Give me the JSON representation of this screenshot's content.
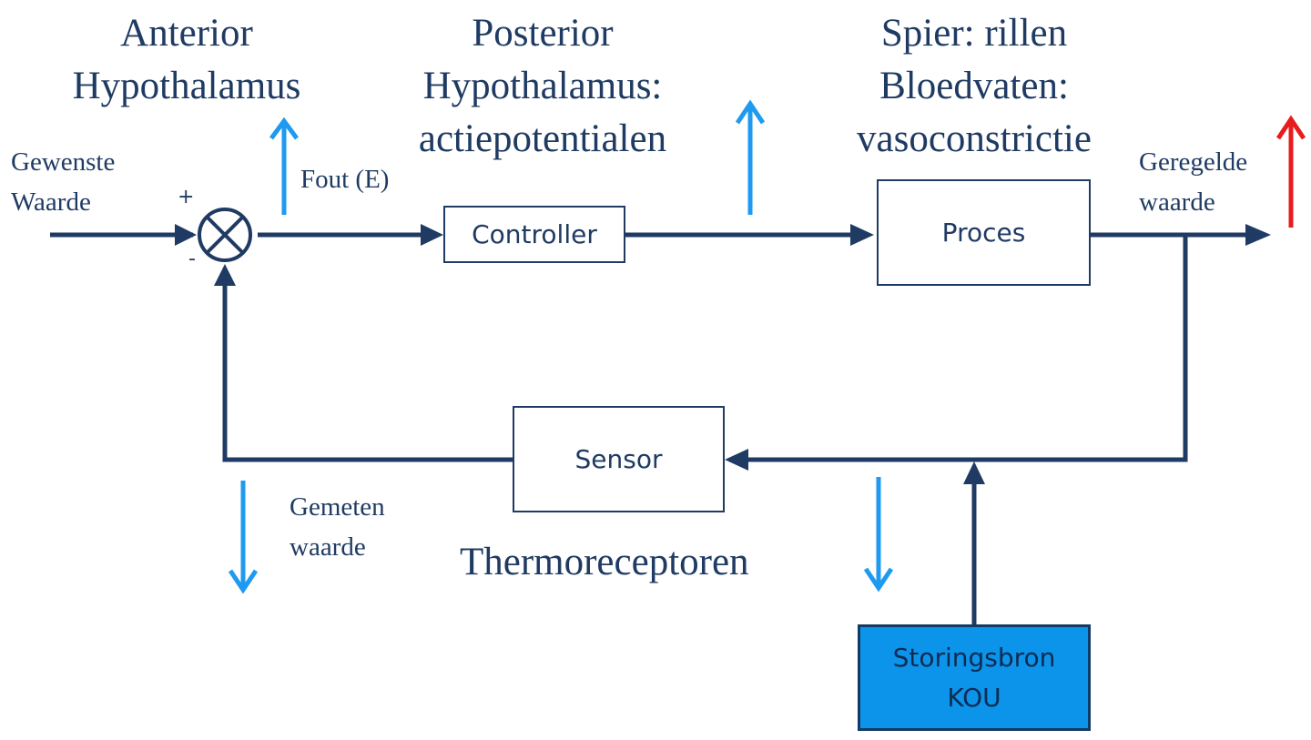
{
  "labels": {
    "anterior_hypothalamus": "Anterior\nHypothalamus",
    "posterior_hypothalamus": "Posterior\nHypothalamus:\nactiepotentialen",
    "effectors": "Spier: rillen\nBloedvaten:\nvasoconstrictie",
    "desired_value": "Gewenste\nWaarde",
    "error": "Fout (E)",
    "regulated_value": "Geregelde\nwaarde",
    "measured_value": "Gemeten\nwaarde",
    "thermoreceptors": "Thermoreceptoren",
    "plus_sign": "+",
    "minus_sign": "-"
  },
  "blocks": {
    "controller": "Controller",
    "process": "Proces",
    "sensor": "Sensor",
    "disturbance_line1": "Storingsbron",
    "disturbance_line2": "KOU"
  },
  "colors": {
    "line": "#1f3b63",
    "indicator_up": "#1e9af0",
    "indicator_down": "#1e9af0",
    "output_indicator": "#e81c1c",
    "disturbance_fill": "#0c93ea"
  },
  "indicators": {
    "error": "up",
    "controller_output": "up",
    "regulated_value": "up",
    "measured_value": "down",
    "feedback_signal": "down"
  }
}
